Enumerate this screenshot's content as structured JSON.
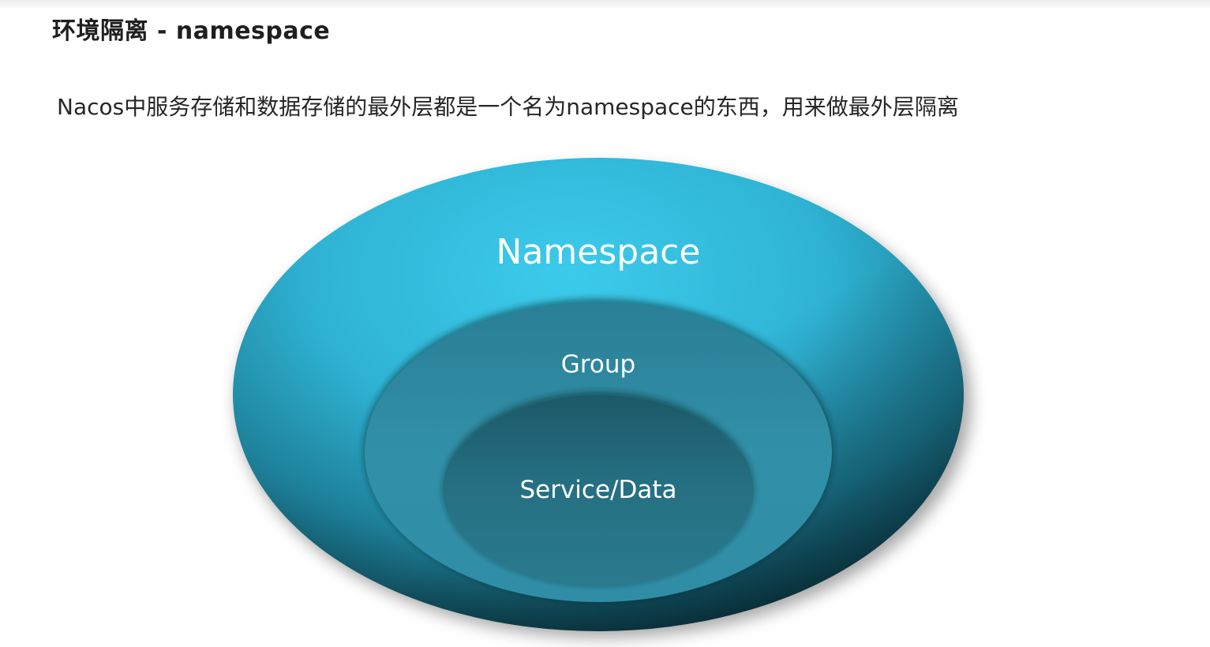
{
  "slide": {
    "title": "环境隔离 - namespace",
    "description": "Nacos中服务存储和数据存储的最外层都是一个名为namespace的东西，用来做最外层隔离"
  },
  "diagram": {
    "outer_label": "Namespace",
    "middle_label": "Group",
    "inner_label": "Service/Data",
    "colors": {
      "outer": "#2fb5d6",
      "middle": "#2e8aa0",
      "inner": "#226a7d"
    }
  }
}
